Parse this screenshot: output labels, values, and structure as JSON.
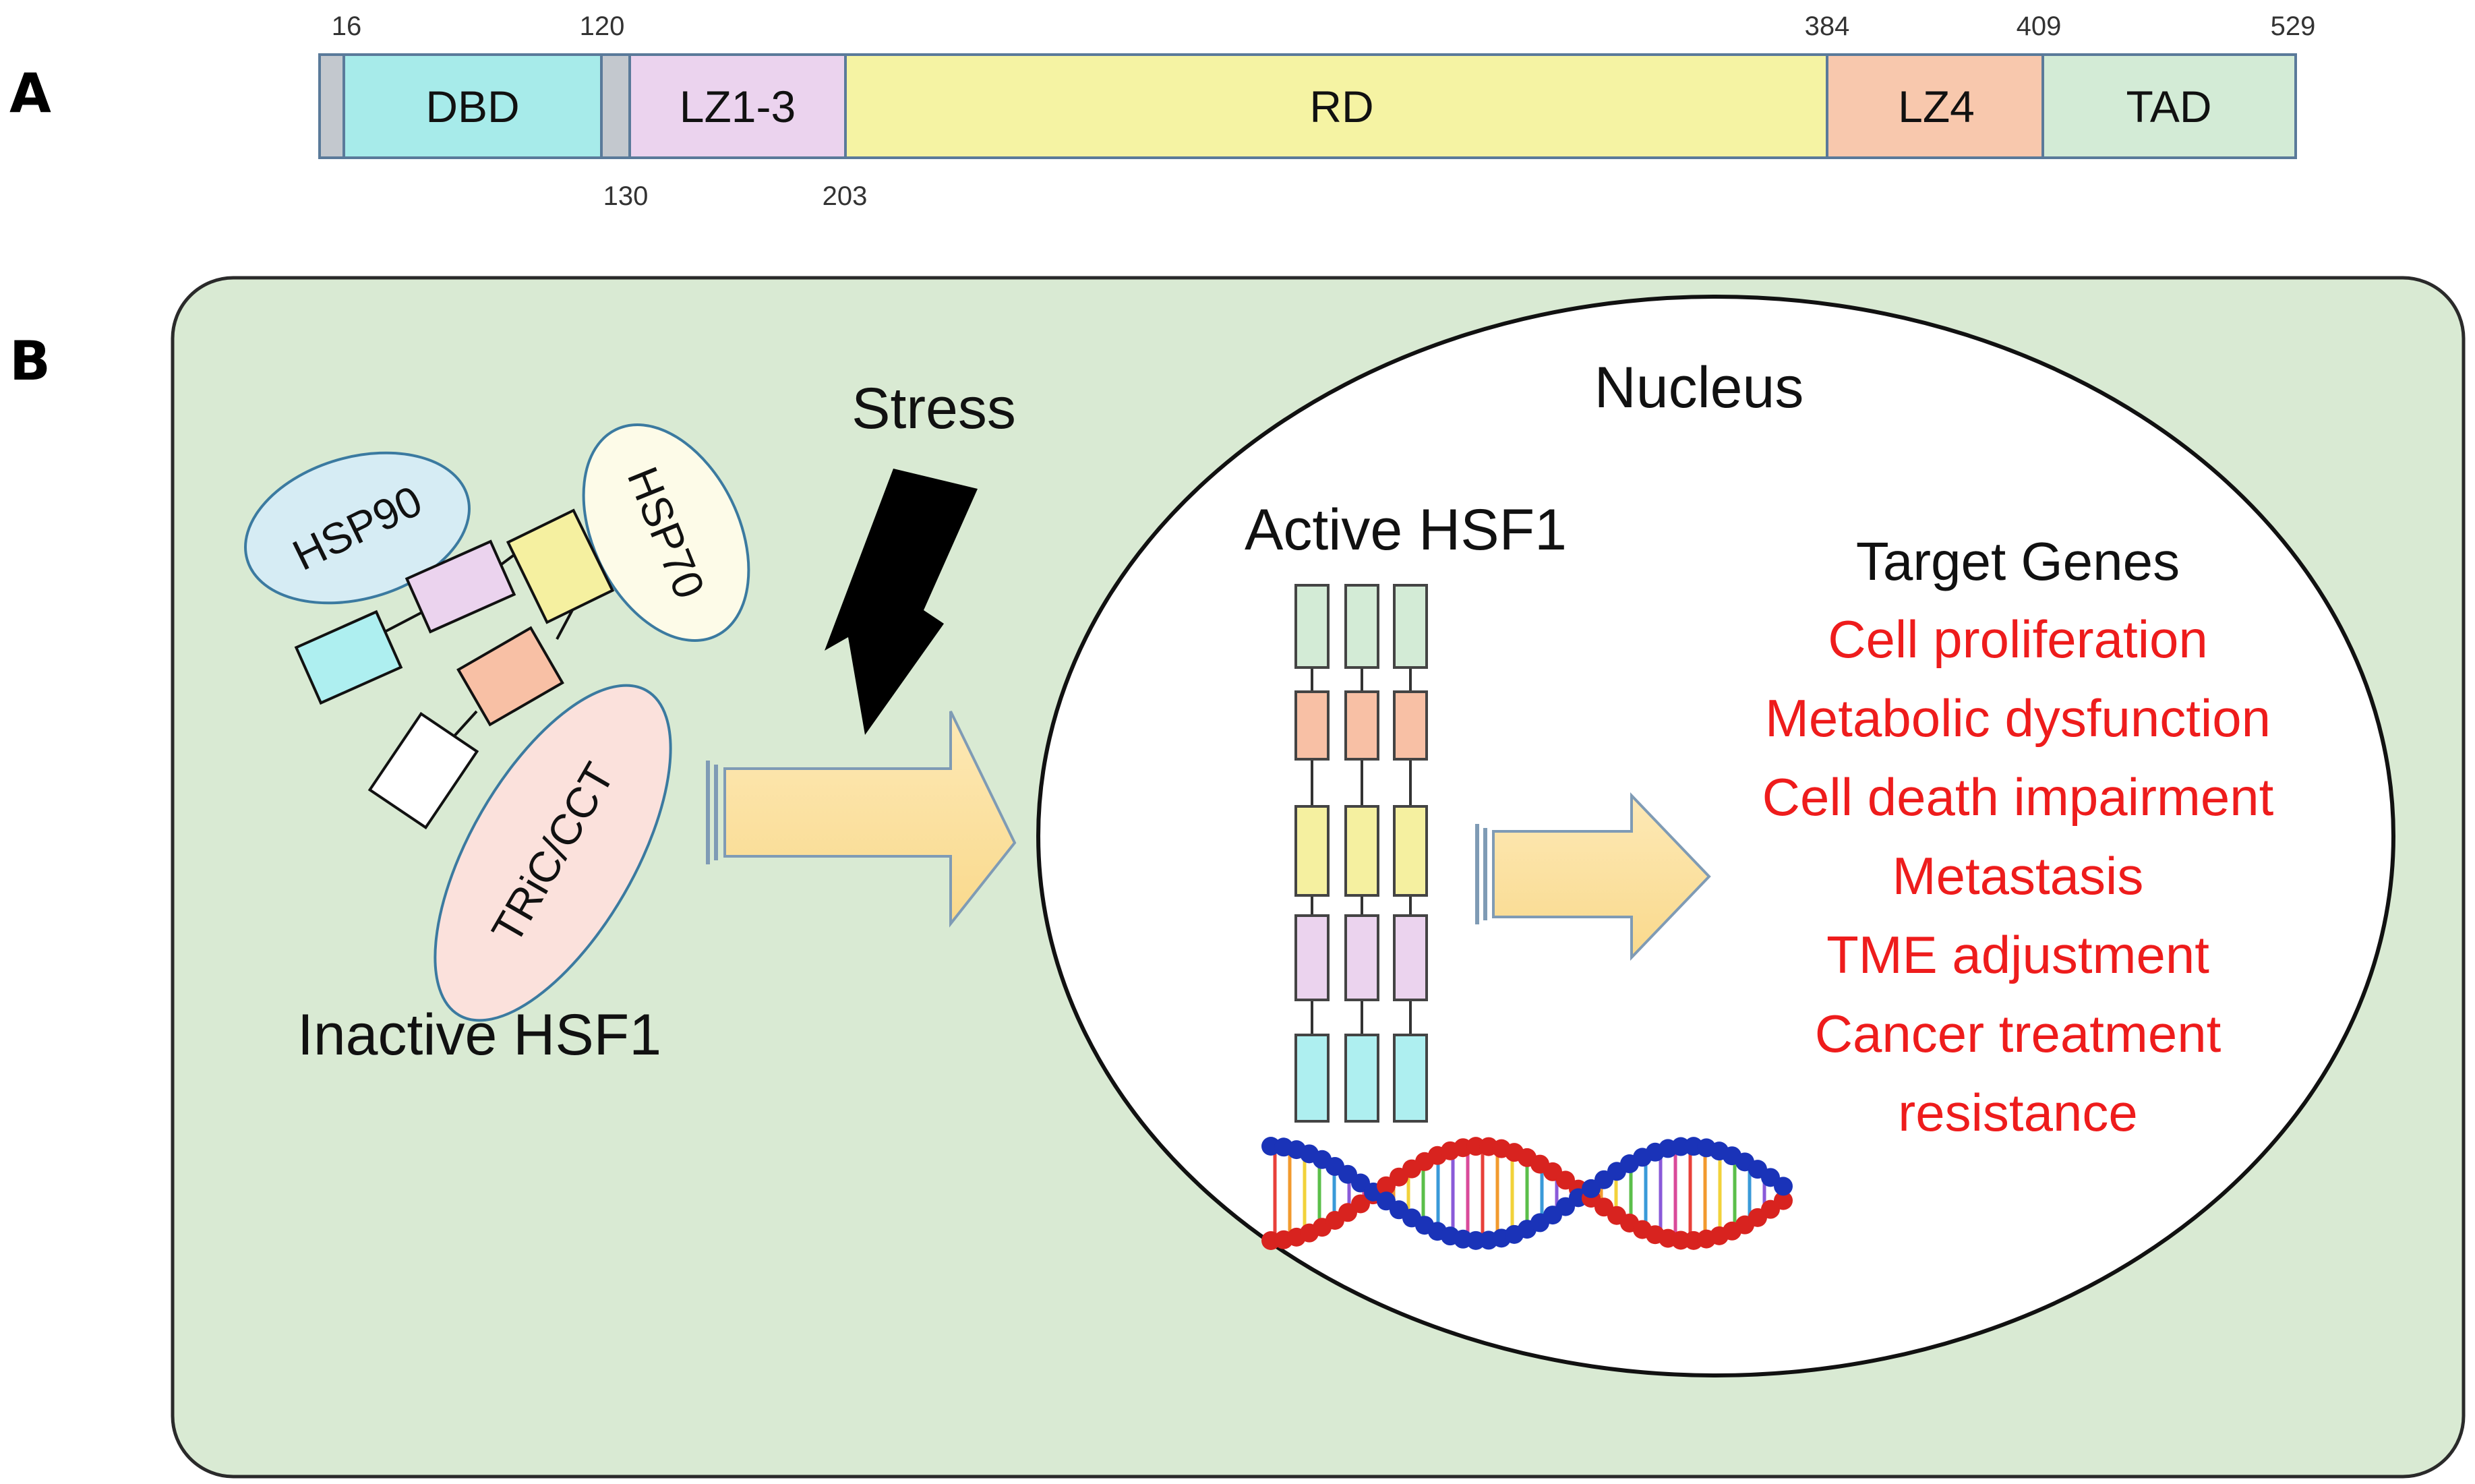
{
  "panel_a": {
    "letter": "A",
    "top_positions": [
      "16",
      "120",
      "384",
      "409",
      "529"
    ],
    "bottom_positions": [
      "130",
      "203"
    ],
    "domains": [
      {
        "label": "DBD",
        "color": "#a7ebea"
      },
      {
        "label": "LZ1-3",
        "color": "#ebd3ee"
      },
      {
        "label": "RD",
        "color": "#f5f3a3"
      },
      {
        "label": "LZ4",
        "color": "#f8c8ad"
      },
      {
        "label": "TAD",
        "color": "#d3ebd6"
      }
    ],
    "linker_color": "#c3c8ce"
  },
  "panel_b": {
    "letter": "B",
    "background_color": "#d9ead3",
    "stress_label": "Stress",
    "nucleus_label": "Nucleus",
    "inactive_label": "Inactive HSF1",
    "active_label": "Active HSF1",
    "chaperones": {
      "hsp90": "HSP90",
      "hsp70": "HSP70",
      "tric": "TRiC/CCT"
    },
    "target_genes": {
      "title": "Target Genes",
      "items": [
        "Cell proliferation",
        "Metabolic dysfunction",
        "Cell death impairment",
        "Metastasis",
        "TME adjustment",
        "Cancer treatment",
        "resistance"
      ]
    },
    "arrow_color": "#fbe0a0",
    "target_text_color": "#ee1c1c"
  }
}
